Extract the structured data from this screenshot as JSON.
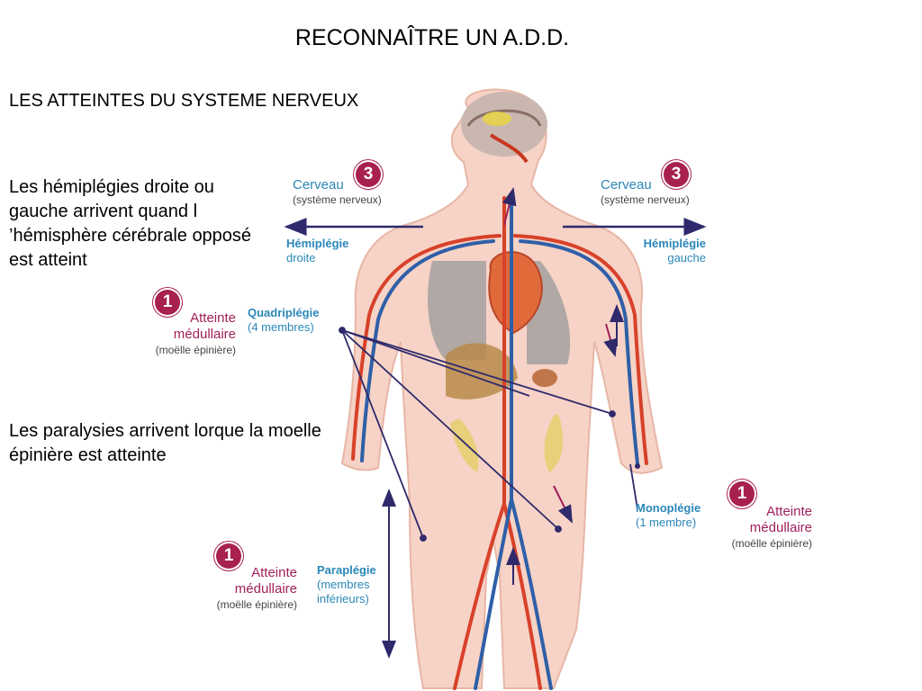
{
  "slide": {
    "title": "RECONNAÎTRE UN A.D.D.",
    "subtitle": "LES ATTEINTES DU SYSTEME NERVEUX",
    "paragraph_hemiplegie": "Les hémiplégies droite ou gauche arrivent quand l ’hémisphère cérébrale opposé est atteint",
    "paragraph_paralysies": "Les paralysies arrivent lorque la moelle épinière est atteinte"
  },
  "diagram": {
    "colors": {
      "label_teal": "#2b87b8",
      "label_maroon": "#a0205a",
      "badge": "#a8204f",
      "arrow": "#2e2a6b"
    },
    "cerveau_left": {
      "badge": "3",
      "title": "Cerveau",
      "sub": "(système nerveux)"
    },
    "cerveau_right": {
      "badge": "3",
      "title": "Cerveau",
      "sub": "(système nerveux)"
    },
    "hemiplegie_droite": {
      "title": "Hémiplégie",
      "sub": "droite"
    },
    "hemiplegie_gauche": {
      "title": "Hémiplégie",
      "sub": "gauche"
    },
    "quadriplegie": {
      "title": "Quadriplégie",
      "sub": "(4 membres)"
    },
    "monoplegie": {
      "title": "Monoplégie",
      "sub": "(1 membre)"
    },
    "paraplegie": {
      "title": "Paraplégie",
      "sub1": "(membres",
      "sub2": "inférieurs)"
    },
    "atteinte_left": {
      "badge": "1",
      "line1": "Atteinte",
      "line2": "médullaire",
      "sub": "(moëlle épinière)"
    },
    "atteinte_right": {
      "badge": "1",
      "line1": "Atteinte",
      "line2": "médullaire",
      "sub": "(moëlle épinière)"
    },
    "atteinte_bottom": {
      "badge": "1",
      "line1": "Atteinte",
      "line2": "médullaire",
      "sub": "(moëlle épinière)"
    }
  }
}
